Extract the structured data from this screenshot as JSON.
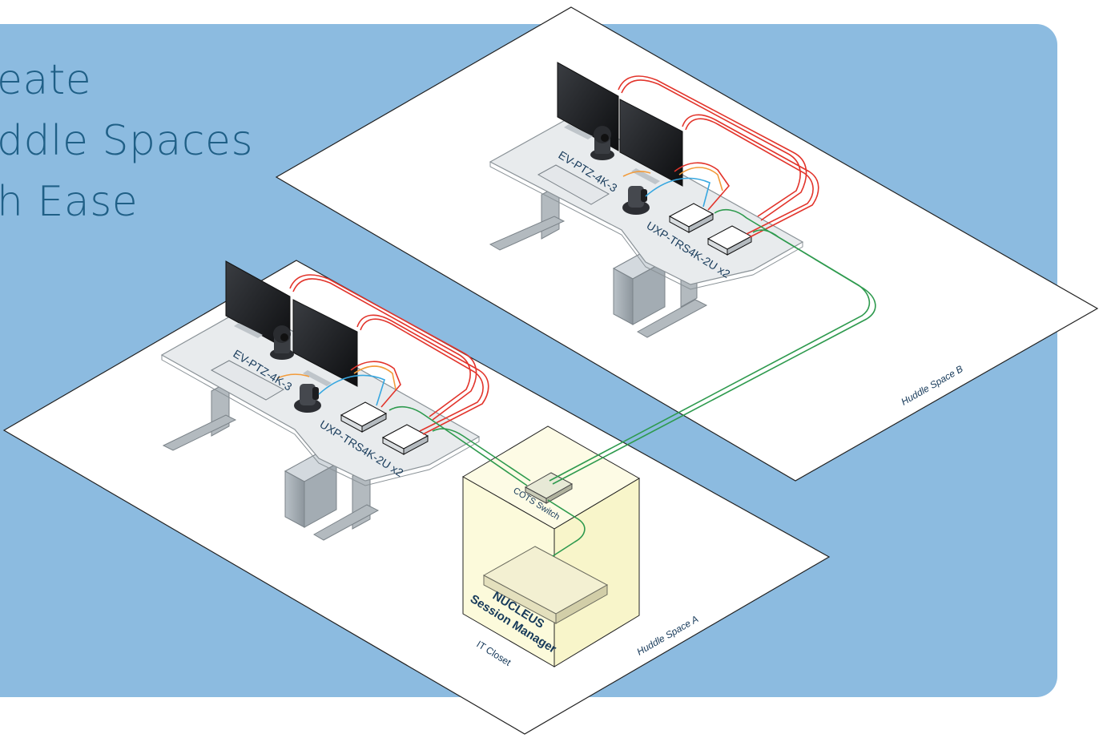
{
  "headline": {
    "line1": "eate",
    "line2": "ddle Spaces",
    "line3": "h Ease"
  },
  "labels": {
    "camera_a": "EV-PTZ-4K-3",
    "camera_b": "EV-PTZ-4K-3",
    "uxp_a": "UXP-TRS4K-2U x2",
    "uxp_b": "UXP-TRS4K-2U x2",
    "switch": "COTS Switch",
    "nucleus_line1": "NUCLEUS",
    "nucleus_line2": "Session Manager",
    "it_closet": "IT Closet",
    "huddle_a": "Huddle Space A",
    "huddle_b": "Huddle Space B"
  },
  "colors": {
    "background_panel": "#8cbbe0",
    "headline": "#1f5f86",
    "hdmi_red": "#e2342b",
    "usb_orange": "#f29b3a",
    "network_blue": "#37a7e0",
    "fiber_green": "#2e9a4e",
    "closet_fill": "#fbf8cf"
  }
}
